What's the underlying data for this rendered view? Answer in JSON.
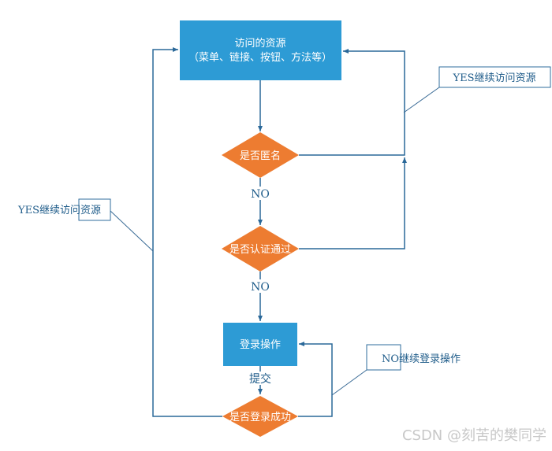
{
  "diagram": {
    "nodes": {
      "resource_line1": "访问的资源",
      "resource_line2": "（菜单、链接、按钮、方法等）",
      "anonymous": "是否匿名",
      "auth": "是否认证通过",
      "login": "登录操作",
      "login_success": "是否登录成功"
    },
    "edges": {
      "no1": "NO",
      "no2": "NO",
      "submit": "提交"
    },
    "callouts": {
      "yes_top_right": "YES继续访问资源",
      "yes_left": "YES继续访问资源",
      "no_bottom_right": "NO继续登录操作"
    },
    "colors": {
      "process_fill": "#2D9BD5",
      "decision_fill": "#ED7C31",
      "connector": "#2A6899",
      "label_text": "#1F5C8A",
      "node_text": "#FFFFFF",
      "watermark": "#C8C8C8"
    }
  },
  "watermark": "CSDN @刻苦的樊同学"
}
